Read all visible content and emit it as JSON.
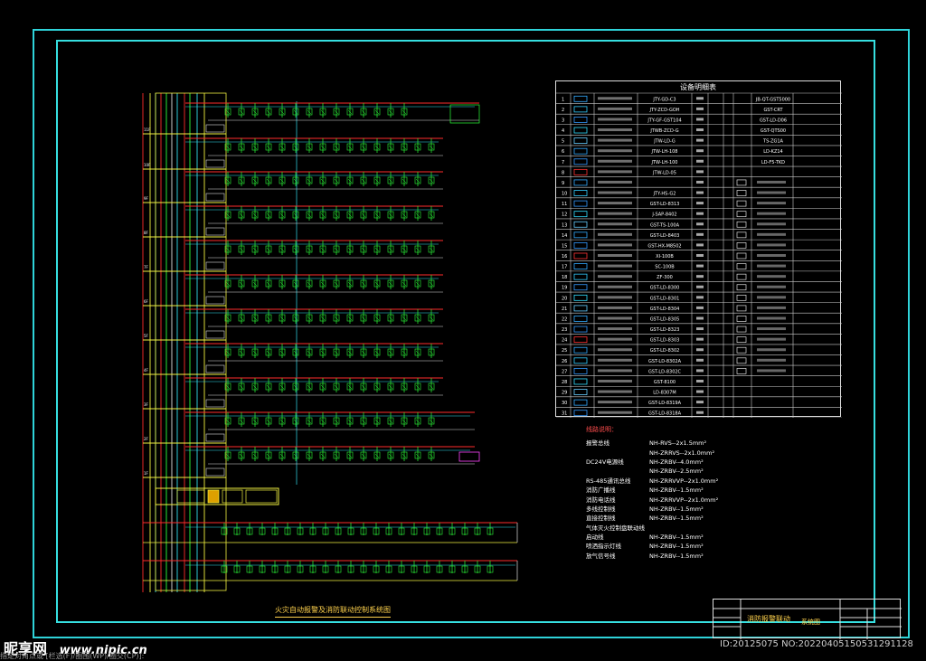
{
  "legend": {
    "title": "设备明细表",
    "models": [
      "JTY-GD-C3",
      "JTY-ZCD-GOH",
      "JTY-GF-GST104",
      "JTWB-ZCD-G",
      "JTW-LD-G",
      "JTW-LH-108",
      "JTW-LH-100",
      "JTW-LD-05",
      "",
      "JTY-HS-G2",
      "GST-LD-8313",
      "J-SAP-8402",
      "GST-TS-100A",
      "GST-LD-8403",
      "GST-HX-M8502",
      "XI-100B",
      "SC-100B",
      "ZF-300",
      "GST-LD-8300",
      "GST-LD-8301",
      "GST-LD-8304",
      "GST-LD-8305",
      "GST-LD-8323",
      "GST-LD-8303",
      "GST-LD-8302",
      "GST-LD-8302A",
      "GST-LD-8302C",
      "GST-8100",
      "LD-8307M",
      "GST-LD-8319A",
      "GST-LD-8318A"
    ],
    "right_models": [
      "JB-QT-GST5000",
      "GST-CRT",
      "GST-LD-D06",
      "GST-QTS00",
      "TS-ZG1A",
      "LD-KZ14",
      "LD-F5-TKD"
    ]
  },
  "notes": {
    "title": "线路说明：",
    "rows": [
      {
        "label": "报警总线",
        "spec": "NH-RVS--2x1.5mm²"
      },
      {
        "label": "",
        "spec": "NH-ZRRVS--2x1.0mm²"
      },
      {
        "label": "DC24V电源线",
        "spec": "NH-ZRBV--4.0mm²"
      },
      {
        "label": "",
        "spec": "NH-ZRBV--2.5mm²"
      },
      {
        "label": "RS-485通讯总线",
        "spec": "NH-ZRRVVP--2x1.0mm²"
      },
      {
        "label": "消防广播线",
        "spec": "NH-ZRBV--1.5mm²"
      },
      {
        "label": "消防电话线",
        "spec": "NH-ZRRVVP--2x1.0mm²"
      },
      {
        "label": "多线控制线",
        "spec": "NH-ZRBV--1.5mm²"
      },
      {
        "label": "直接控制线",
        "spec": "NH-ZRBV--1.5mm²"
      },
      {
        "label": "气体灭火控制盘联动线",
        "spec": ""
      },
      {
        "label": "启动线",
        "spec": "NH-ZRBV--1.5mm²"
      },
      {
        "label": "喷洒指示灯线",
        "spec": "NH-ZRBV--1.5mm²"
      },
      {
        "label": "放气信号线",
        "spec": "NH-ZRBV--1.5mm²"
      }
    ]
  },
  "caption": "火灾自动报警及消防联动控制系统图",
  "title_block": {
    "name": "消防报警联动",
    "name2": "系统图"
  },
  "watermark": {
    "brand": "昵享网",
    "url": "www.nipic.cn",
    "id": "ID:20125075 NO:20220405150531291128"
  },
  "command_line": "指定对角点或 [栏选(F)/圈围(WP)/圈交(CP)]:",
  "colors": {
    "frame": "#2fd3d9",
    "bus_green": "#2cff3a",
    "bus_red": "#ff2b2b",
    "bus_yellow": "#f0f040",
    "bus_cyan": "#33ddee",
    "bus_white": "#dddddd"
  }
}
